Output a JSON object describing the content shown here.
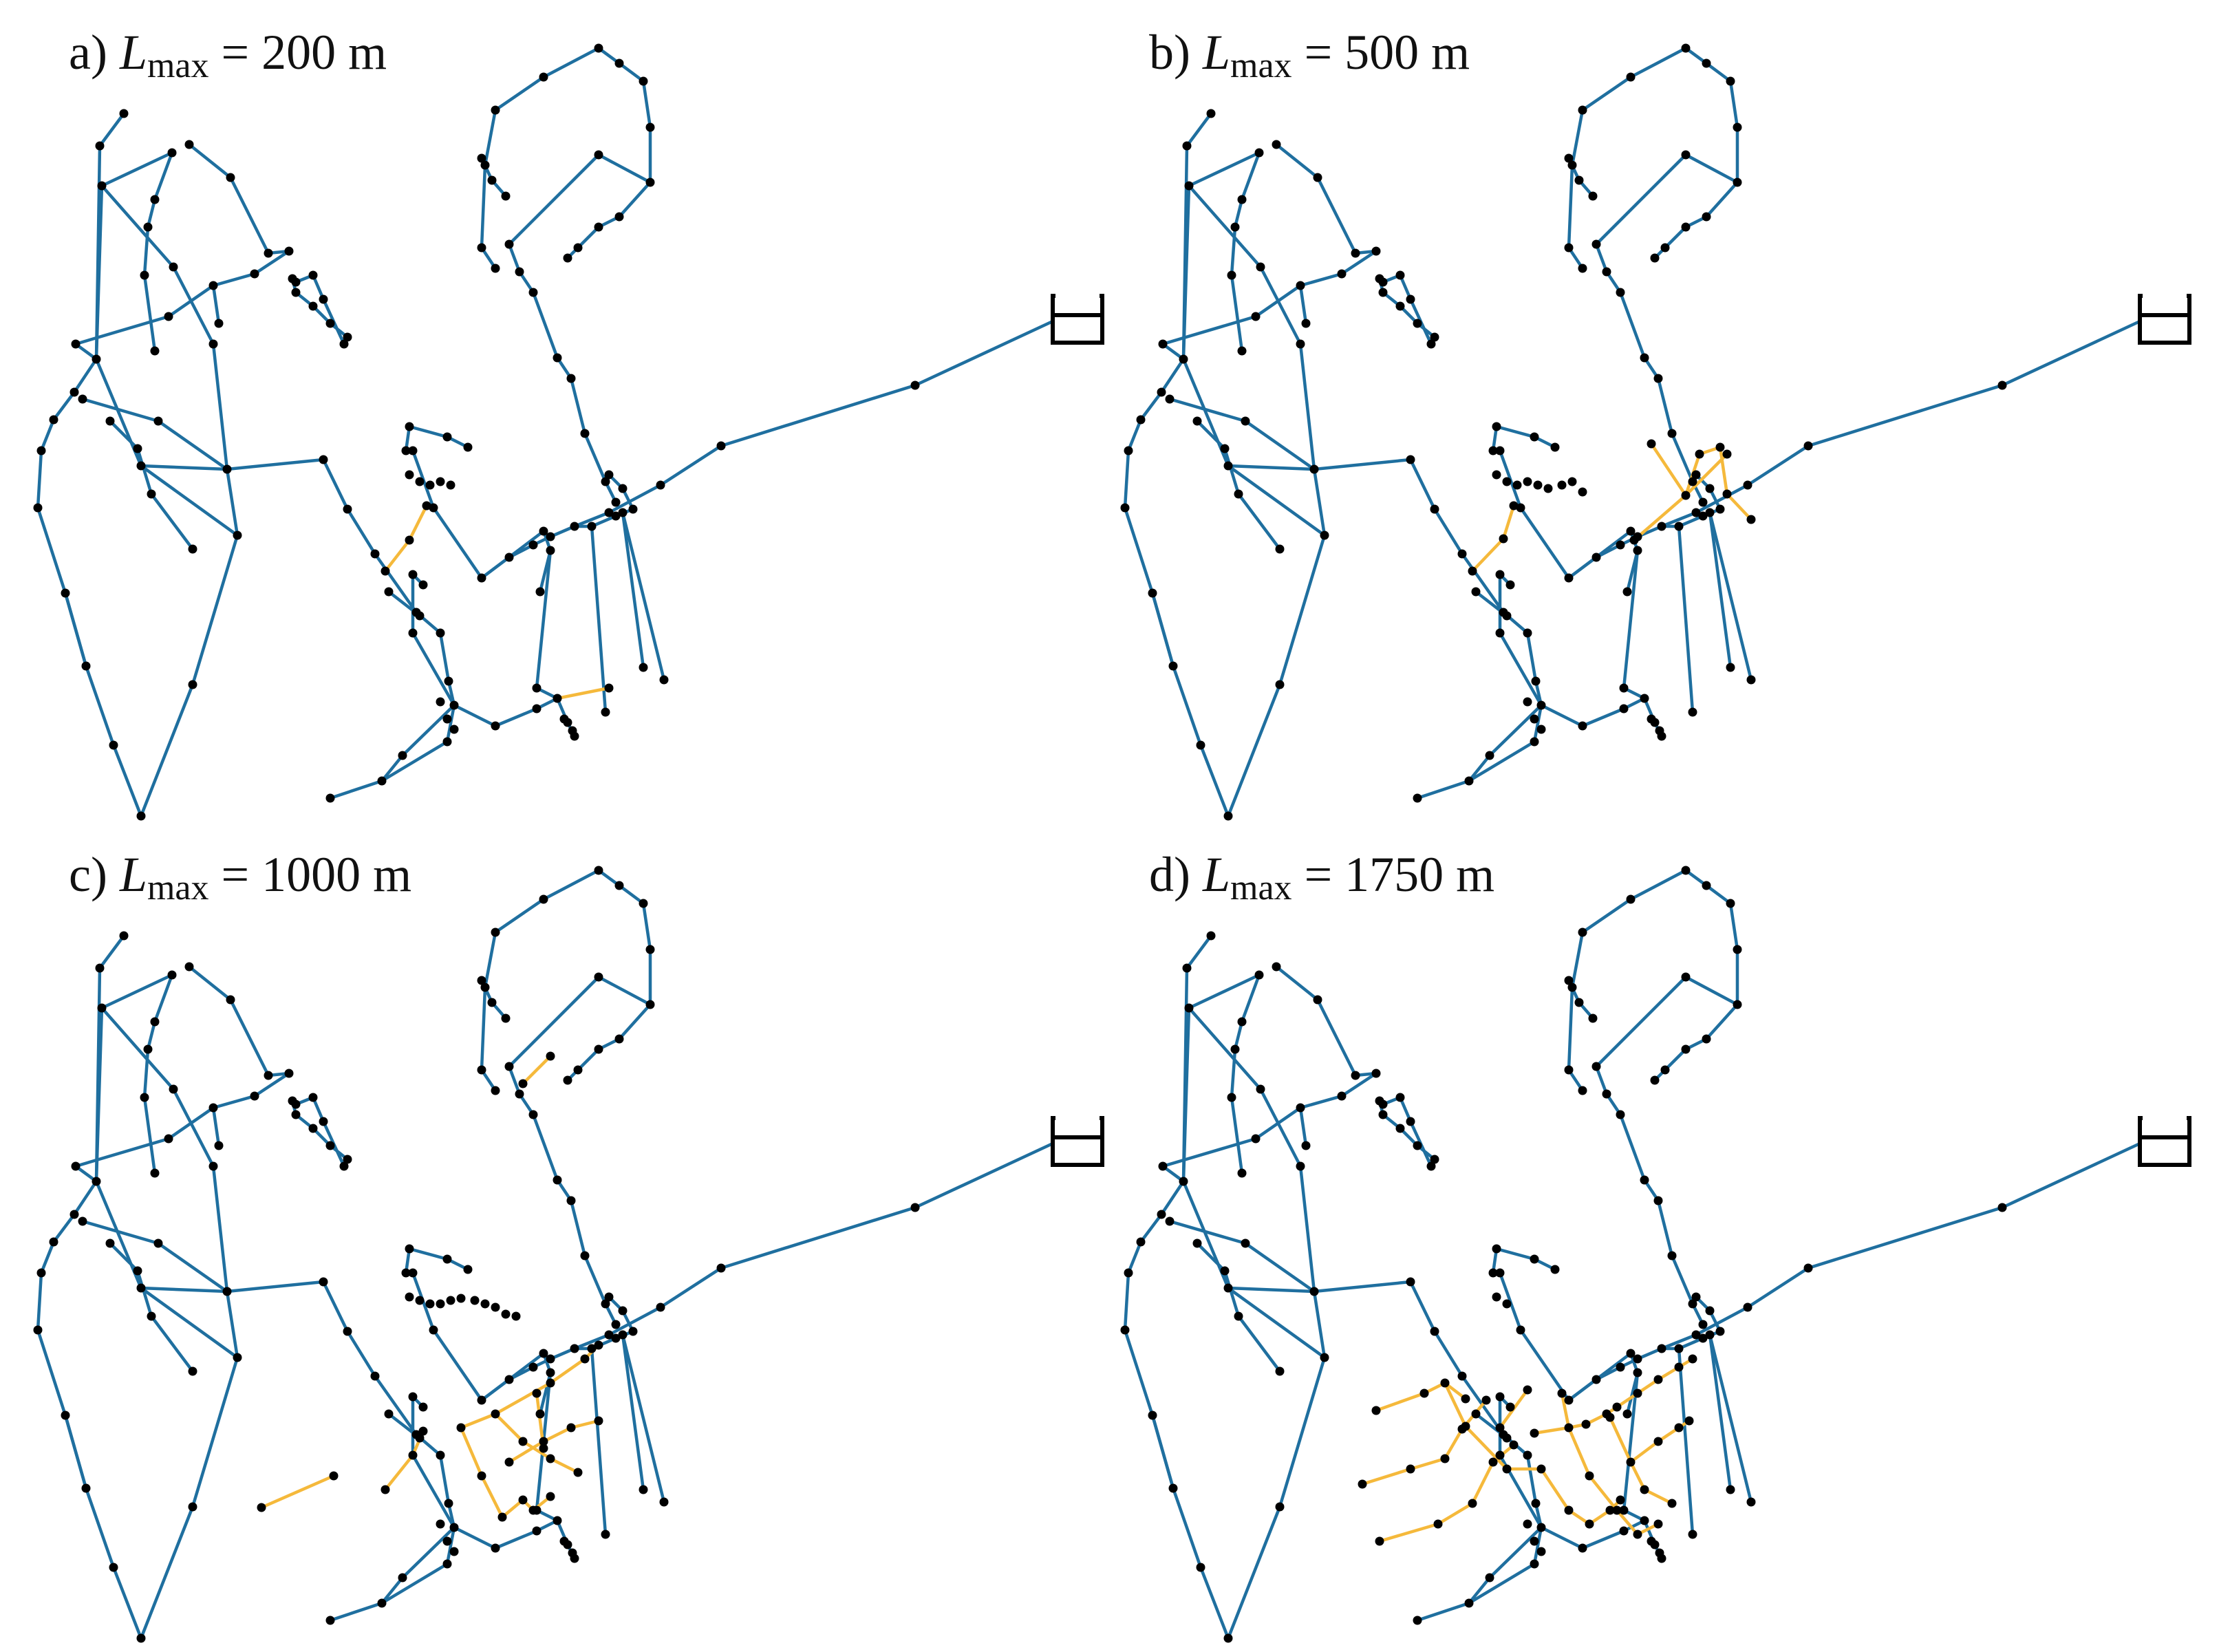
{
  "figure": {
    "colors": {
      "existing_pipe": "#1f6f9f",
      "added_pipe": "#f5b93b",
      "node": "#000000",
      "tank": "#000000",
      "background": "#ffffff"
    },
    "tank_icon": "tank-reservoir-icon",
    "panels": [
      {
        "id": "a",
        "prefix": "a)",
        "symbol": "L",
        "subscript": "max",
        "value_text": "= 200 m",
        "lmax_m": 200
      },
      {
        "id": "b",
        "prefix": "b)",
        "symbol": "L",
        "subscript": "max",
        "value_text": "= 500 m",
        "lmax_m": 500
      },
      {
        "id": "c",
        "prefix": "c)",
        "symbol": "L",
        "subscript": "max",
        "value_text": "= 1000 m",
        "lmax_m": 1000
      },
      {
        "id": "d",
        "prefix": "d)",
        "symbol": "L",
        "subscript": "max",
        "value_text": "= 1750 m",
        "lmax_m": 1750
      }
    ]
  }
}
